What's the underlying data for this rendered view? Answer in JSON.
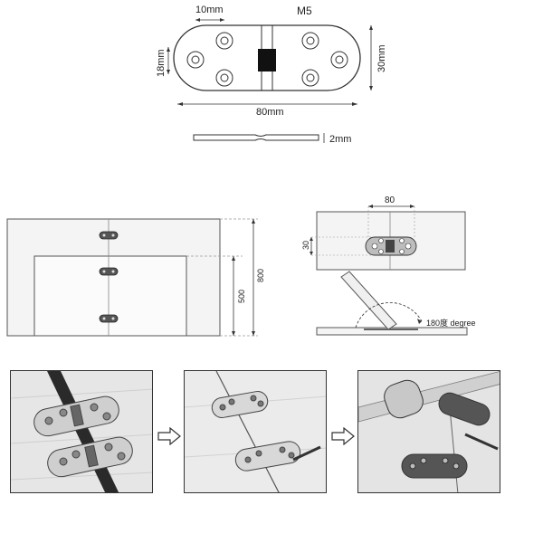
{
  "top_drawing": {
    "model_label": "M5",
    "dim_hole_spacing": "10mm",
    "dim_height_inner": "18mm",
    "dim_height_total": "30mm",
    "dim_length": "80mm",
    "dim_thickness": "2mm"
  },
  "install_drawing": {
    "dim_height_outer": "800",
    "dim_height_inner": "500"
  },
  "rotation_drawing": {
    "dim_width": "80",
    "dim_height": "30",
    "angle_label": "180度 degree"
  },
  "photos": [
    {
      "step": 1,
      "description_icon": "hinge-pair-on-wood"
    },
    {
      "step": 2,
      "description_icon": "hinge-screwing-on-wood"
    },
    {
      "step": 3,
      "description_icon": "hinge-folded-table"
    }
  ],
  "colors": {
    "line": "#333333",
    "panel": "#f4f4f4",
    "metal": "#c8c8c8",
    "dark_metal": "#555555"
  }
}
